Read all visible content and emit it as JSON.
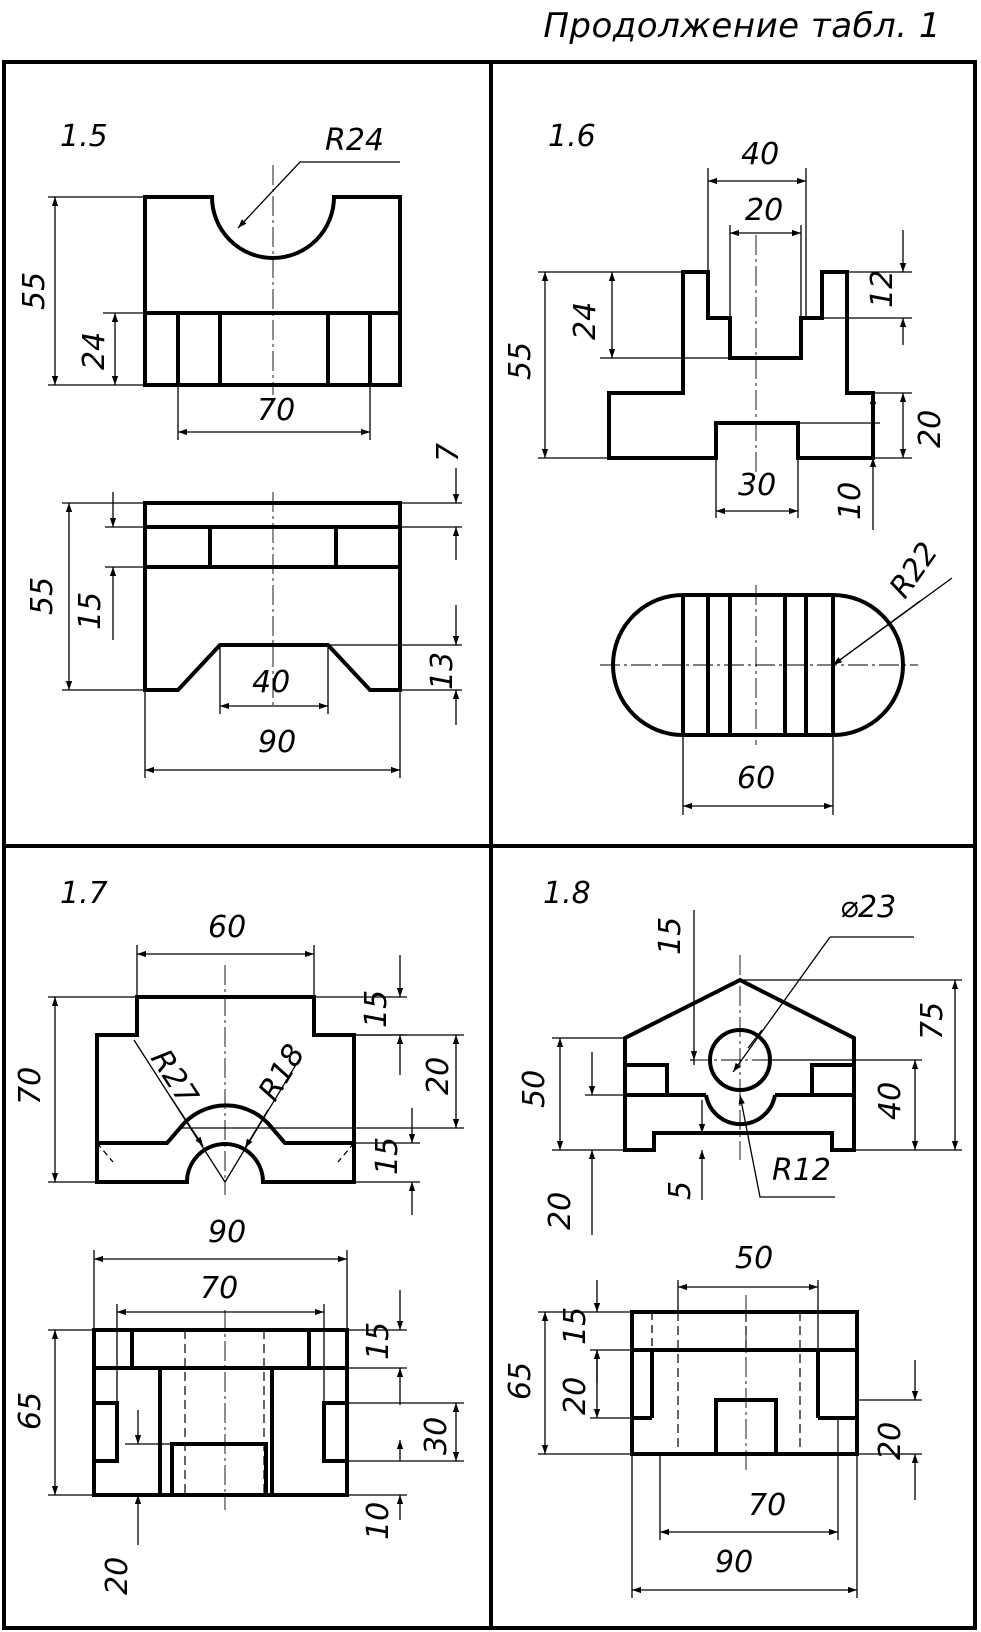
{
  "header": {
    "caption": "Продолжение табл. 1"
  },
  "panels": [
    {
      "number": "1.5",
      "dimensions": [
        "R24",
        "55",
        "24",
        "70",
        "7",
        "55",
        "15",
        "13",
        "40",
        "90"
      ]
    },
    {
      "number": "1.6",
      "dimensions": [
        "40",
        "20",
        "12",
        "55",
        "24",
        "20",
        "30",
        "10",
        "R22",
        "60"
      ]
    },
    {
      "number": "1.7",
      "dimensions": [
        "60",
        "70",
        "15",
        "20",
        "R27",
        "R18",
        "15",
        "90",
        "70",
        "65",
        "15",
        "30",
        "10",
        "20"
      ]
    },
    {
      "number": "1.8",
      "dimensions": [
        "15",
        "⌀23",
        "75",
        "50",
        "40",
        "20",
        "5",
        "R12",
        "50",
        "65",
        "15",
        "20",
        "20",
        "70",
        "90"
      ]
    }
  ]
}
